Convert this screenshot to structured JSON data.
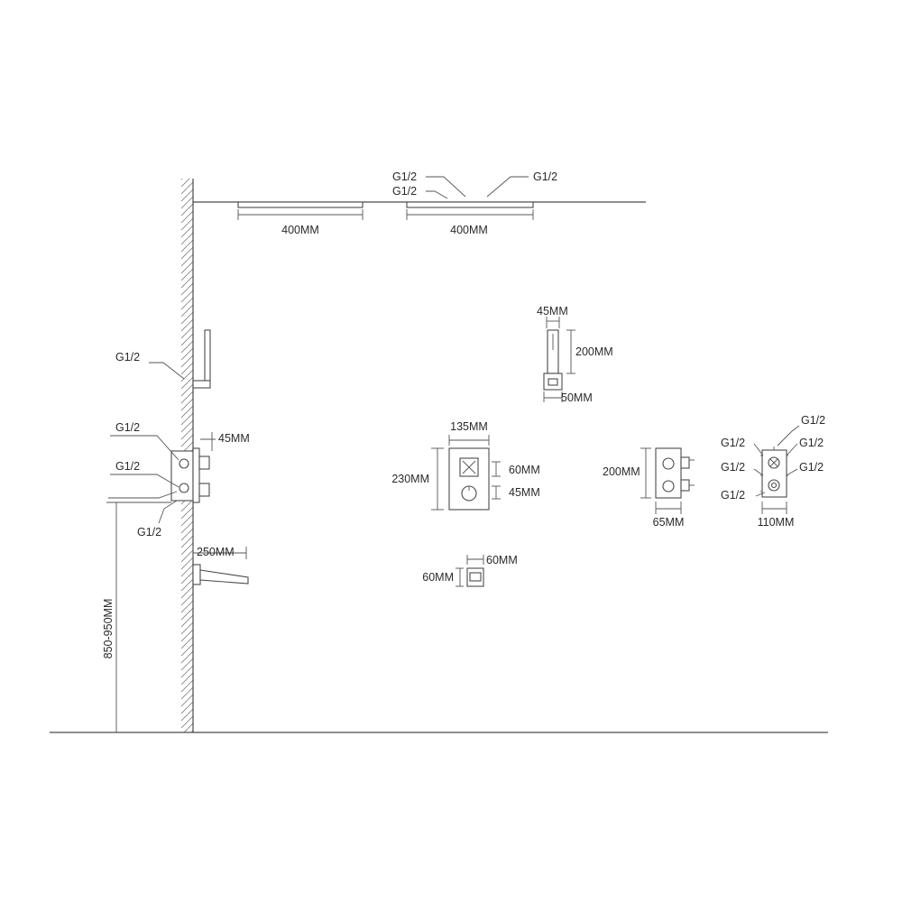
{
  "colors": {
    "line": "#4a4a4a",
    "text": "#2a2a2a",
    "background": "#ffffff"
  },
  "labels": {
    "g12": "G1/2",
    "shower_head_width_1": "400MM",
    "shower_head_width_2": "400MM",
    "hand_shower_width": "45MM",
    "hand_shower_length": "200MM",
    "hand_shower_holder": "50MM",
    "panel_width": "135MM",
    "panel_height": "230MM",
    "panel_knob_1": "60MM",
    "panel_knob_2": "45MM",
    "valve_height": "200MM",
    "valve_depth": "65MM",
    "valve_width": "110MM",
    "outlet_width": "60MM",
    "outlet_height": "60MM",
    "handle_projection": "45MM",
    "spout_length": "250MM",
    "install_height": "850-950MM"
  }
}
